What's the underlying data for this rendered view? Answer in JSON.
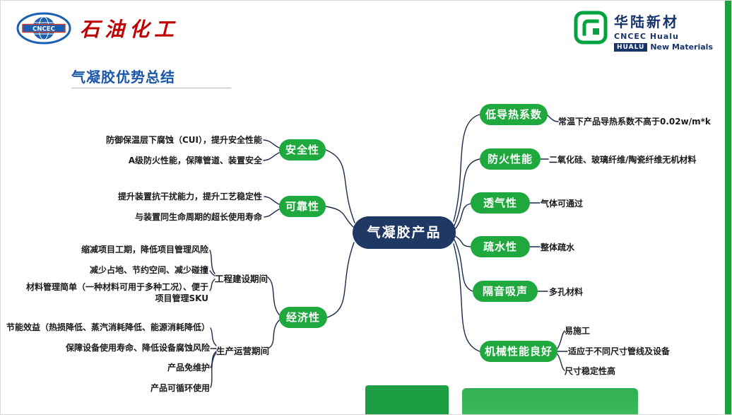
{
  "logo_left": {
    "banner": "CNCEC",
    "brand": "石油化工"
  },
  "logo_right": {
    "cn": "华陆新材",
    "en": "CNCEC Hualu",
    "badge": "HUALU",
    "rest": "New Materials"
  },
  "title": "气凝胶优势总结",
  "center": "气凝胶产品",
  "left_branches": [
    {
      "label": "安全性",
      "items": [
        "防御保温层下腐蚀（CUI），提升安全性能",
        "A级防火性能，保障管道、装置安全"
      ]
    },
    {
      "label": "可靠性",
      "items": [
        "提升装置抗干扰能力，提升工艺稳定性",
        "与装置同生命周期的超长使用寿命"
      ]
    },
    {
      "label": "经济性",
      "groups": [
        {
          "label": "工程建设期间",
          "items": [
            "缩减项目工期，降低项目管理风险",
            "减少占地、节约空间、减少碰撞",
            "材料管理简单（一种材料可用于多种工况）、便于项目管理SKU"
          ]
        },
        {
          "label": "生产运营期间",
          "items": [
            "节能效益（热损降低、蒸汽消耗降低、能源消耗降低）",
            "保障设备使用寿命、降低设备腐蚀风险",
            "产品免维护",
            "产品可循环使用"
          ]
        }
      ]
    }
  ],
  "right_branches": [
    {
      "label": "低导热系数",
      "items": [
        "常温下产品导热系数不高于0.02w/m*k"
      ]
    },
    {
      "label": "防火性能",
      "items": [
        "二氧化硅、玻璃纤维/陶瓷纤维无机材料"
      ]
    },
    {
      "label": "透气性",
      "items": [
        "气体可通过"
      ]
    },
    {
      "label": "疏水性",
      "items": [
        "整体疏水"
      ]
    },
    {
      "label": "隔音吸声",
      "items": [
        "多孔材料"
      ]
    },
    {
      "label": "机械性能良好",
      "items": [
        "易施工",
        "适应于不同尺寸管线及设备",
        "尺寸稳定性高"
      ]
    }
  ],
  "colors": {
    "pill_green": "#1FA83D",
    "center_navy": "#203864",
    "title_blue": "#1A57A8",
    "brand_red": "#C00000",
    "hualu_navy": "#17356B",
    "hualu_green": "#00A33E"
  }
}
